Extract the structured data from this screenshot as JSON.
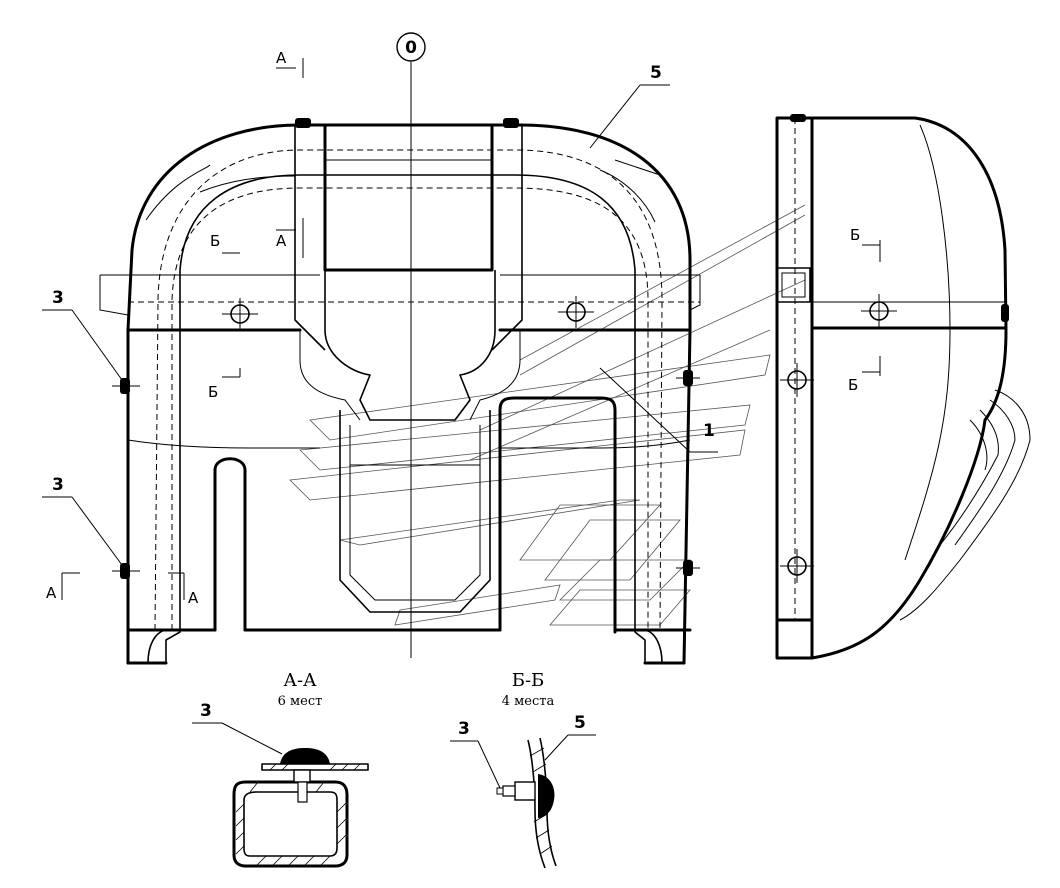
{
  "axis_marker": "0",
  "callouts": {
    "part_1": "1",
    "part_3_upper": "3",
    "part_3_lower": "3",
    "part_5": "5",
    "aa_part_3": "3",
    "bb_part_3": "3",
    "bb_part_5": "5"
  },
  "section_marks": {
    "a_top": "А",
    "a_mid": "А",
    "a_bottom_left": "А",
    "a_bottom_right": "А",
    "b_left_upper": "Б",
    "b_left_lower": "Б",
    "b_side_upper": "Б",
    "b_side_lower": "Б"
  },
  "sections": {
    "aa": {
      "title": "А-А",
      "subtitle": "6 мест"
    },
    "bb": {
      "title": "Б-Б",
      "subtitle": "4 места"
    }
  }
}
